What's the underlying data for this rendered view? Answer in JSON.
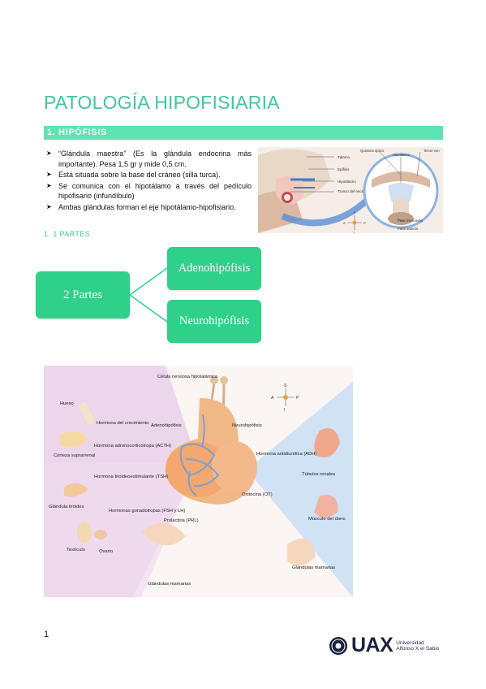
{
  "document": {
    "title": "PATOLOGÍA HIPOFISIARIA",
    "section_heading": "1. HIPÓFISIS",
    "bullets": [
      "“Glándula maestra” (Es la glándula endocrina más importante). Pesa 1,5 gr y mide 0,5 cm.",
      "Está situada sobre la base del cráneo (silla turca).",
      "Se comunica con el hipotálamo a través del pedículo hipofisario (infundíbulo)",
      "Ambas glándulas forman el eje hipotálamo-hipofisiario."
    ],
    "subsection_heading": "1. 1 PARTES",
    "page_number": "1"
  },
  "top_diagram": {
    "labels_left": [
      "Tálamo",
      "Epífisis",
      "Hipotálamo",
      "Tronco del encéfalo"
    ],
    "labels_right": [
      "Quiasma óptico",
      "Hipotálamo",
      "Tercer ven",
      "Parte intermedia",
      "Parte anterior"
    ],
    "compass": {
      "s": "S",
      "i": "I",
      "a": "A",
      "p": "P"
    }
  },
  "parts_diagram": {
    "root": "2 Partes",
    "children": [
      "Adenohipófisis",
      "Neurohipófisis"
    ]
  },
  "hormone_figure": {
    "labels": {
      "neuron": "Célula nerviosa hipotalámica",
      "adeno": "Adenohipófisis",
      "neuro": "Neurohipófisis",
      "bone": "Hueso",
      "gh": "Hormona del crecimiento",
      "adrenal": "Corteza suprarrenal",
      "acth": "Hormona adrenocorticotropa (ACTH)",
      "tsh": "Hormona tiroideoestimulante (TSH)",
      "thyroid": "Glándula tiroides",
      "gonado": "Hormonas gonadotropas (FSH y LH)",
      "testis": "Testículo",
      "ovary": "Ovario",
      "prl": "Prolactina (PRL)",
      "mammary_left": "Glándulas mamarias",
      "adh": "Hormona antidiurética (ADH)",
      "tubules": "Túbulos renales",
      "ot": "Oxitocina (OT)",
      "uterus": "Músculo del útero",
      "mammary_right": "Glándulas mamarias"
    },
    "compass": {
      "s": "S",
      "i": "I",
      "a": "A",
      "p": "P"
    }
  },
  "footer": {
    "logo_text": "UAX",
    "university_line1": "Universidad",
    "university_line2": "Alfonso X el Sabio"
  },
  "colors": {
    "accent_green": "#3fc79a",
    "section_bar": "#5ee3b2",
    "box_green": "#2fd08a"
  }
}
